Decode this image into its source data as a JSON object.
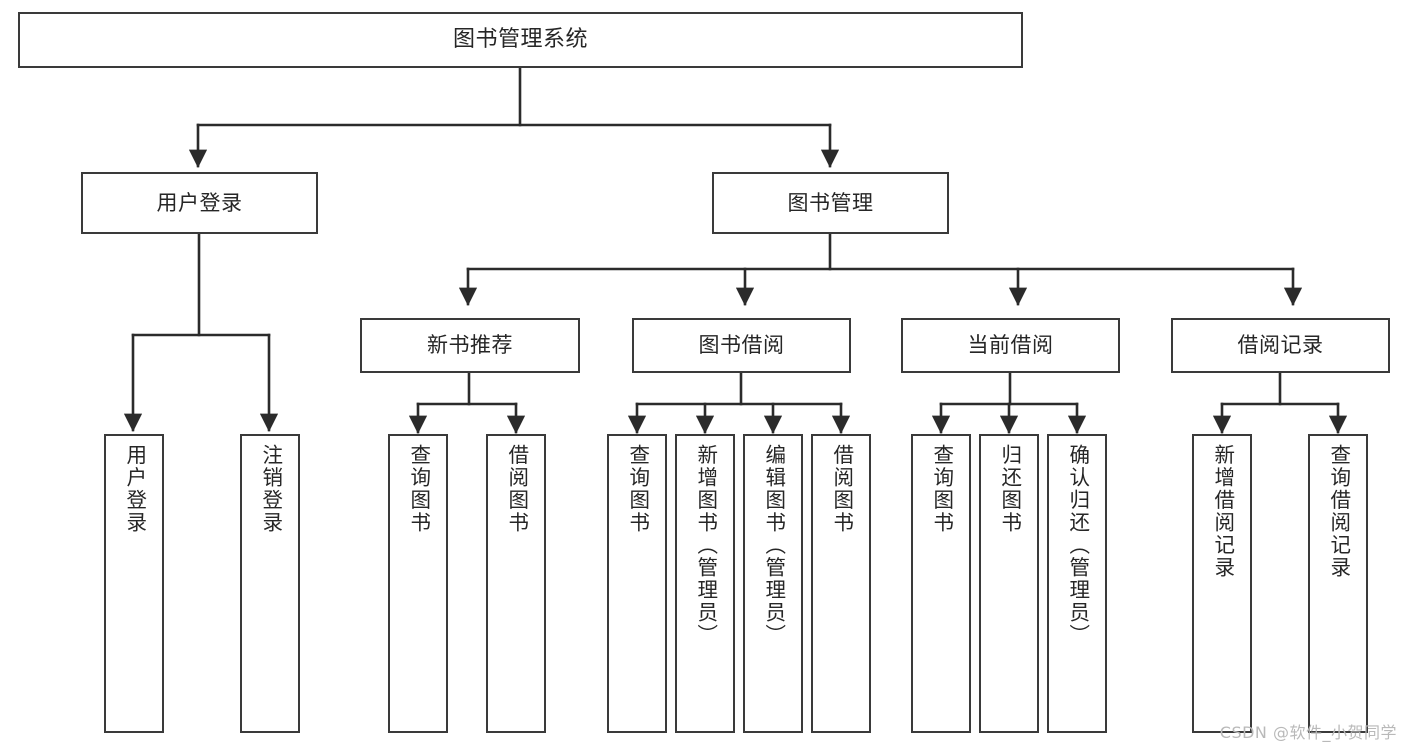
{
  "diagram": {
    "title": "图书管理系统",
    "type": "tree-hierarchy",
    "watermark": "CSDN @软件_小贺同学",
    "style": {
      "background": "#ffffff",
      "box_border": "#3a3a3a",
      "box_fill": "#ffffff",
      "edge_color": "#2b2b2b",
      "text_color": "#262626"
    },
    "root": {
      "label": "图书管理系统"
    },
    "level2": [
      {
        "label": "用户登录"
      },
      {
        "label": "图书管理"
      }
    ],
    "level3": [
      {
        "label": "新书推荐"
      },
      {
        "label": "图书借阅"
      },
      {
        "label": "当前借阅"
      },
      {
        "label": "借阅记录"
      }
    ],
    "leaves": {
      "user_login": [
        {
          "label": "用户登录"
        },
        {
          "label": "注销登录"
        }
      ],
      "new_book_recommend": [
        {
          "label": "查询图书"
        },
        {
          "label": "借阅图书"
        }
      ],
      "book_borrow": [
        {
          "label": "查询图书"
        },
        {
          "label": "新增图书（管理员）"
        },
        {
          "label": "编辑图书（管理员）"
        },
        {
          "label": "借阅图书"
        }
      ],
      "current_borrow": [
        {
          "label": "查询图书"
        },
        {
          "label": "归还图书"
        },
        {
          "label": "确认归还（管理员）"
        }
      ],
      "borrow_record": [
        {
          "label": "新增借阅记录"
        },
        {
          "label": "查询借阅记录"
        }
      ]
    }
  }
}
